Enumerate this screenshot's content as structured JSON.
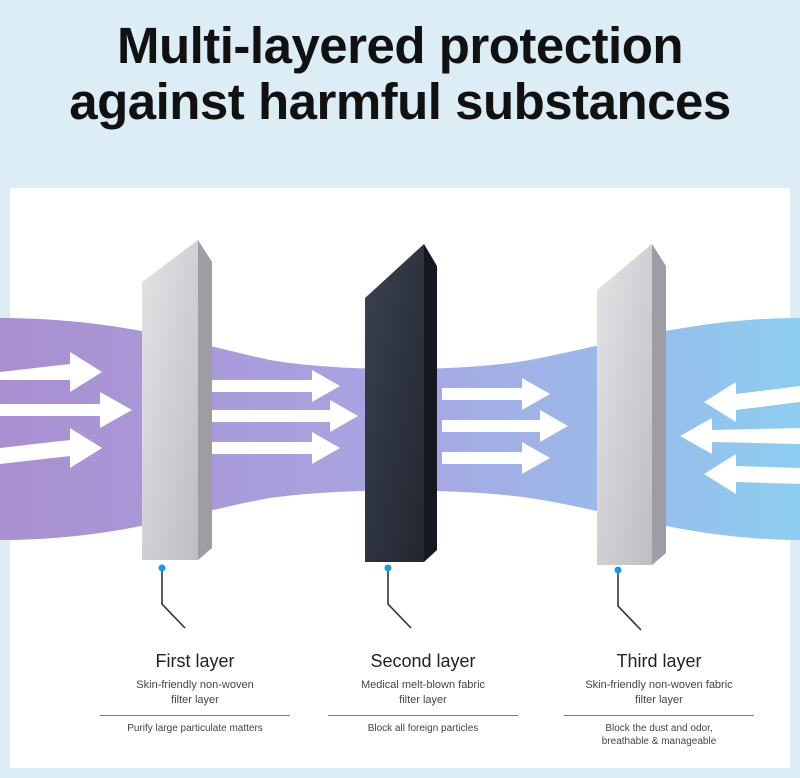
{
  "title": {
    "line1": "Multi-layered protection",
    "line2": "against harmful substances"
  },
  "colors": {
    "background": "#dcedf6",
    "flow_left": "#a98fd0",
    "flow_middle": "#a9a5e2",
    "flow_right": "#8dcdf0",
    "layer_light": "#c9c9cc",
    "layer_dark": "#2a2f3b",
    "pointer_dot": "#1e9bd7"
  },
  "layers": [
    {
      "name": "First layer",
      "desc_line1": "Skin-friendly non-woven",
      "desc_line2": "filter layer",
      "func_line1": "Purify large particulate matters",
      "func_line2": ""
    },
    {
      "name": "Second layer",
      "desc_line1": "Medical melt-blown fabric",
      "desc_line2": "filter layer",
      "func_line1": "Block all foreign particles",
      "func_line2": ""
    },
    {
      "name": "Third layer",
      "desc_line1": "Skin-friendly non-woven fabric",
      "desc_line2": "filter layer",
      "func_line1": "Block the dust and odor,",
      "func_line2": "breathable & manageable"
    }
  ]
}
